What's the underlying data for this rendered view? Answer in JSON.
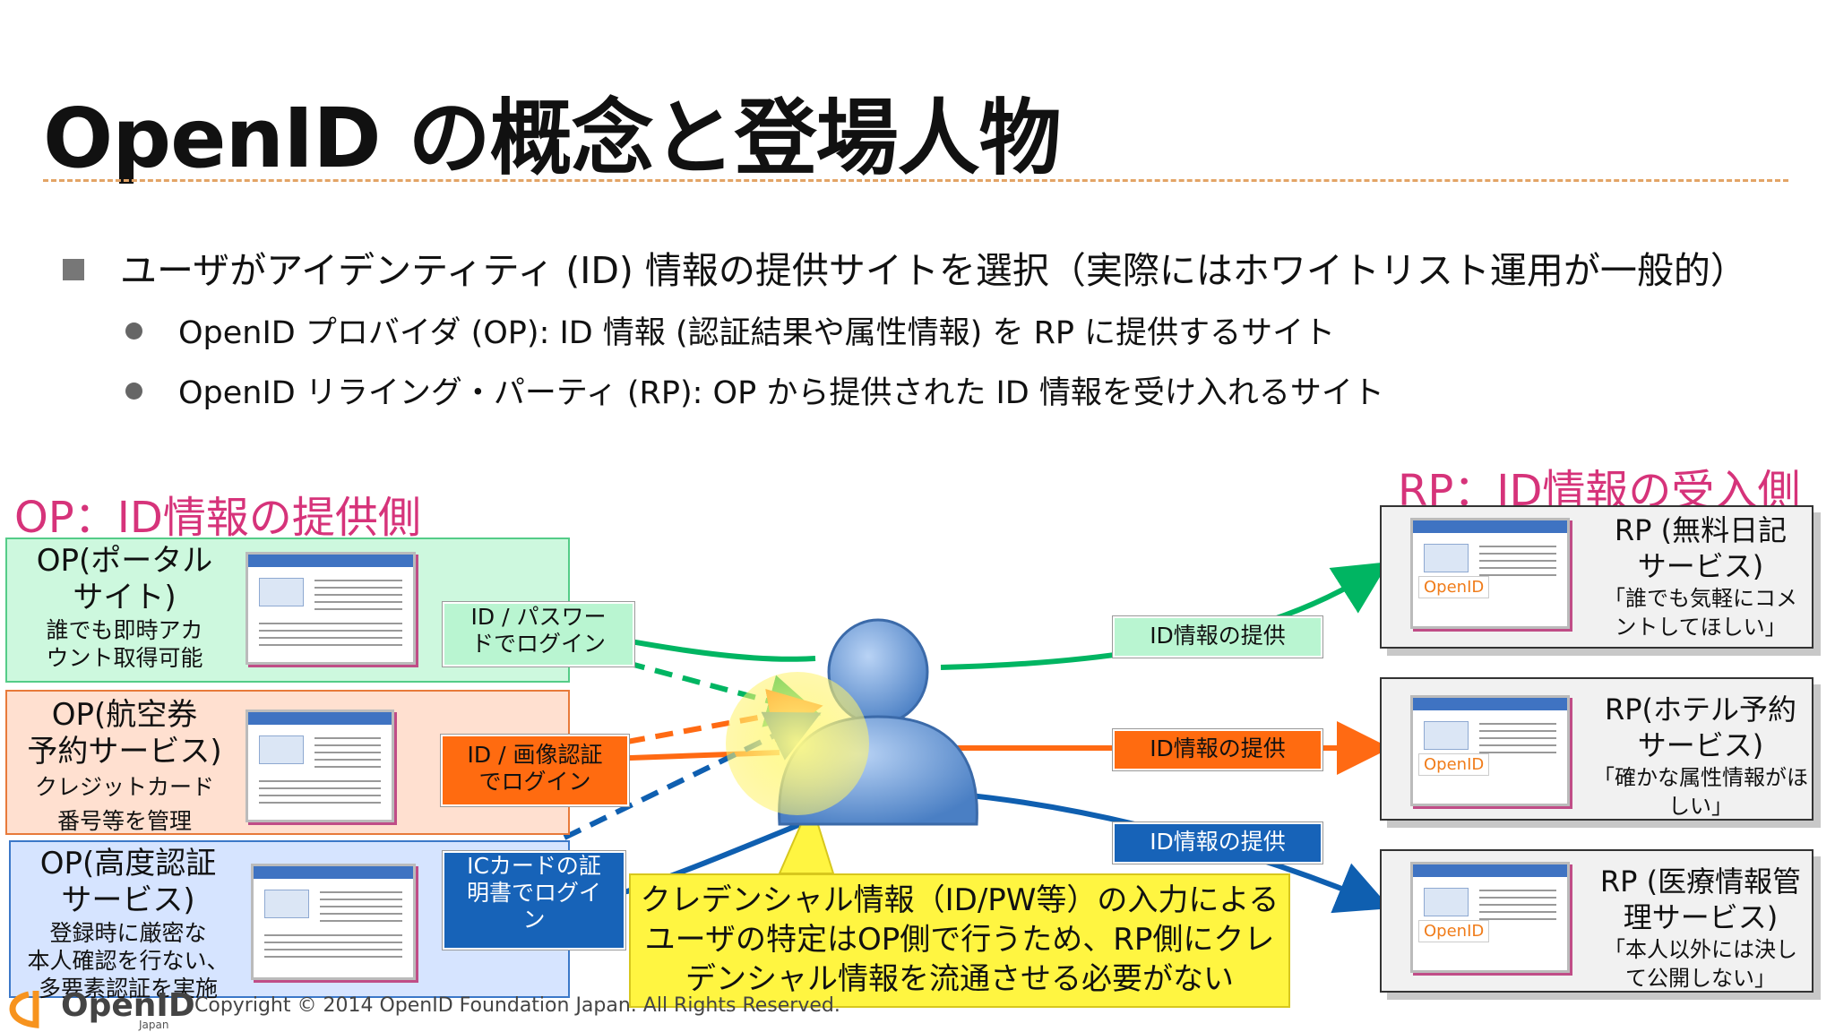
{
  "title": "OpenID の概念と登場人物",
  "bullets": {
    "main": "ユーザがアイデンティティ (ID) 情報の提供サイトを選択（実際にはホワイトリスト運用が一般的）",
    "sub1": "OpenID プロバイダ (OP): ID 情報 (認証結果や属性情報) を RP に提供するサイト",
    "sub2": "OpenID リライング・パーティ (RP): OP から提供された ID 情報を受け入れるサイト"
  },
  "op_heading": "OP：ID情報の提供側",
  "rp_heading": "RP：ID情報の受入側",
  "ops": [
    {
      "name1": "OP(ポータル",
      "name2": "サイト)",
      "desc1": "誰でも即時アカ",
      "desc2": "ウント取得可能",
      "desc3": ""
    },
    {
      "name1": "OP(航空券",
      "name2": "予約サービス)",
      "desc1": "クレジットカード",
      "desc2": "番号等を管理",
      "desc3": ""
    },
    {
      "name1": "OP(高度認証",
      "name2": "サービス)",
      "desc1": "登録時に厳密な",
      "desc2": "本人確認を行ない、",
      "desc3": "多要素認証を実施"
    }
  ],
  "login_tags": [
    {
      "line1": "ID / パスワー",
      "line2": "ドでログイン",
      "line3": ""
    },
    {
      "line1": "ID / 画像認証",
      "line2": "でログイン",
      "line3": ""
    },
    {
      "line1": "ICカードの証",
      "line2": "明書でログイ",
      "line3": "ン"
    }
  ],
  "provide_tags": [
    "ID情報の提供",
    "ID情報の提供",
    "ID情報の提供"
  ],
  "rps": [
    {
      "name1": "RP (無料日記",
      "name2": "サービス)",
      "desc1": "「誰でも気軽にコメ",
      "desc2": "ントしてほしい」"
    },
    {
      "name1": "RP(ホテル予約",
      "name2": "サービス)",
      "desc1": "「確かな属性情報がほ",
      "desc2": "しい」"
    },
    {
      "name1": "RP (医療情報管",
      "name2": "理サービス)",
      "desc1": "「本人以外には決し",
      "desc2": "て公開しない」"
    }
  ],
  "window_logo": "OpenID",
  "callout": {
    "line1": "クレデンシャル情報（ID/PW等）の入力による",
    "line2": "ユーザの特定はOP側で行うため、RP側にクレ",
    "line3": "デンシャル情報を流通させる必要がない"
  },
  "footer": {
    "logo": "OpenID",
    "logo_sub": "Japan",
    "copyright": "Copyright © 2014  OpenID Foundation Japan.  All Rights Reserved."
  },
  "colors": {
    "green": "#00b562",
    "orange": "#ff6a13",
    "blue": "#0f5fb0",
    "heading_pink": "#d6337a",
    "callout_yellow": "#fff541"
  }
}
